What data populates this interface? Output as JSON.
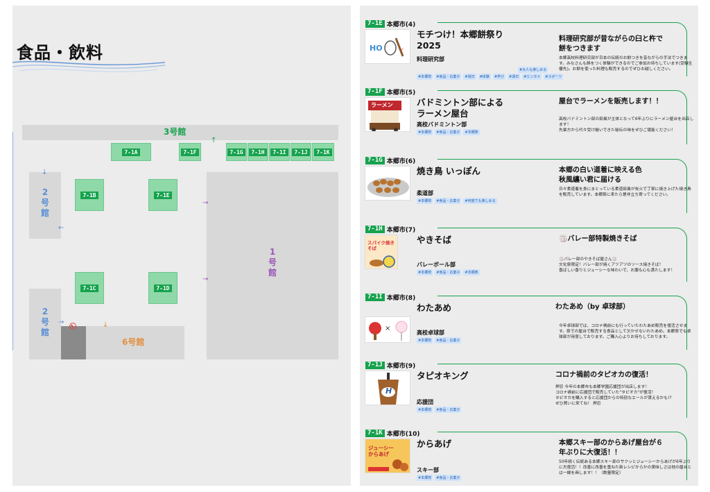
{
  "map": {
    "title": "食品・飲料",
    "halls": {
      "hall3": "3号館",
      "hall2_upper": "2\n号\n館",
      "hall2_lower": "2\n号\n館",
      "hall1": "1\n号\n館",
      "hall6": "6号館"
    },
    "booths": [
      "7-1A",
      "7-1F",
      "7-1G",
      "7-1H",
      "7-1I",
      "7-1J",
      "7-1K",
      "7-1B",
      "7-1E",
      "7-1C",
      "7-1D"
    ],
    "colors": {
      "booth_fill": "#8fd9a8",
      "booth_label": "#17a24e",
      "hall3": "#17a24e",
      "hall2": "#5b8fd6",
      "hall1": "#9b59b6",
      "hall6": "#e39040"
    }
  },
  "shops": [
    {
      "booth": "7-1E",
      "area": "本郷市(4)",
      "name": "モチつけ！本郷餅祭り\n2025",
      "org": "料理研究部",
      "tags": [
        "#本郷校",
        "#食品・お菓子",
        "#週日",
        "#体験",
        "#学び",
        "#週日",
        "#エンタメ",
        "#スポーツ"
      ],
      "extra_tag": "#大人も楽しめる",
      "catch": "料理研究部が昔ながらの臼と杵で\n餅をつきます",
      "desc": "本郷高校料理研究部が日本の伝統のお餅つきを昔ながらの手法でつきます。みなさんも餅をつく体験ができるのでご参加お待ちしています(受験生優先)。お餅を使った料理も販売するのでぜひお越しください。",
      "thumb_icon": "mochi-logo-icon"
    },
    {
      "booth": "7-1F",
      "area": "本郷市(5)",
      "name": "バドミントン部による\nラーメン屋台",
      "org": "高校バドミントン部",
      "tags": [
        "#本郷校",
        "#食品・お菓子",
        "#本郷祭"
      ],
      "extra_tag": "",
      "catch": "屋台でラーメンを販売します！！",
      "desc": "高校バドミントン部の部員が主体となって6年ぶりにラーメン屋台を出店します！\n先輩方から代々受け継いできた秘伝の味をぜひご堪能ください！",
      "thumb_icon": "ramen-stall-icon",
      "thumb_text": "ラーメン"
    },
    {
      "booth": "7-1G",
      "area": "本郷市(6)",
      "name": "焼き鳥 いっぽん",
      "org": "柔道部",
      "tags": [
        "#本郷校",
        "#食品・お菓子",
        "#何度でも楽しめる"
      ],
      "extra_tag": "",
      "catch": "本郷の白い道着に映える色\n秋風纏い君に届ける",
      "desc": "日々柔道着を身にまとっている柔道部員が炭火で丁寧に焼き上げた焼き鳥を販売しています。本郷祭に来たら是非立ち寄ってください。",
      "thumb_icon": "yakitori-icon"
    },
    {
      "booth": "7-1H",
      "area": "本郷市(7)",
      "name": "やきそば",
      "org": "バレーボール部",
      "tags": [
        "#本郷校",
        "#食品・お菓子",
        "#本郷祭"
      ],
      "extra_tag": "",
      "catch": "🏐バレー部特製焼きそば",
      "desc": "🏐バレー部のやきそば屋さん🏐\n文化祭限定！バレー部が焼くアツアツのソース焼きそば！\n香ばしい香りとジューシーな味わいで、お腹も心も満たします！",
      "thumb_icon": "volleyball-yakisoba-icon",
      "thumb_text": "スパイク焼きそば"
    },
    {
      "booth": "7-1I",
      "area": "本郷市(8)",
      "name": "わたあめ",
      "org": "高校卓球部",
      "tags": [
        "#本郷校",
        "#食品・お菓子"
      ],
      "extra_tag": "",
      "catch": "わたあめ（by 卓球部）",
      "desc": "今年卓球部では、コロナ禍前にも行っていたわたあめ販売を復活させます。祭での屋台で販売する食品として欠かせないわたあめ。本郷祭でも卓球部が用意しております。ご購入心よりお待ちしております。",
      "thumb_icon": "pingpong-cottoncandy-icon",
      "thumb_text": "×"
    },
    {
      "booth": "7-1J",
      "area": "本郷市(9)",
      "name": "タピオキング",
      "org": "応援団",
      "tags": [
        "#本郷校",
        "#食品・お菓子"
      ],
      "extra_tag": "",
      "catch": "コロナ禍前のタピオカの復活！",
      "desc": "押忍 今年の本郷市も本郷学園応援団が出店します！\nコロナ禍前に応援団で販売していた\"タピオカ\"が復活！\nタピオカを購入すると応援団からの特別なエールが貰えるかも!?\nぜひ買いに来てね！ 押忍",
      "thumb_icon": "tapioca-cup-icon",
      "thumb_text": "H"
    },
    {
      "booth": "7-1K",
      "area": "本郷市(10)",
      "name": "からあげ",
      "org": "スキー部",
      "tags": [
        "#本郷校",
        "#食品・お菓子"
      ],
      "extra_tag": "",
      "catch": "本郷スキー部のからあげ屋台が６\n年ぶりに大復活！！",
      "desc": "50年続く伝統ある本郷スキー部のサクッとジューシーからあげが6年ぶりに大復活！！改善に改善を重ねた新レシピからかの美味しさは他の屋台とは一線を画します！！（数量限定）",
      "thumb_icon": "karaage-poster-icon",
      "thumb_text": "ジューシーからあげ"
    }
  ]
}
